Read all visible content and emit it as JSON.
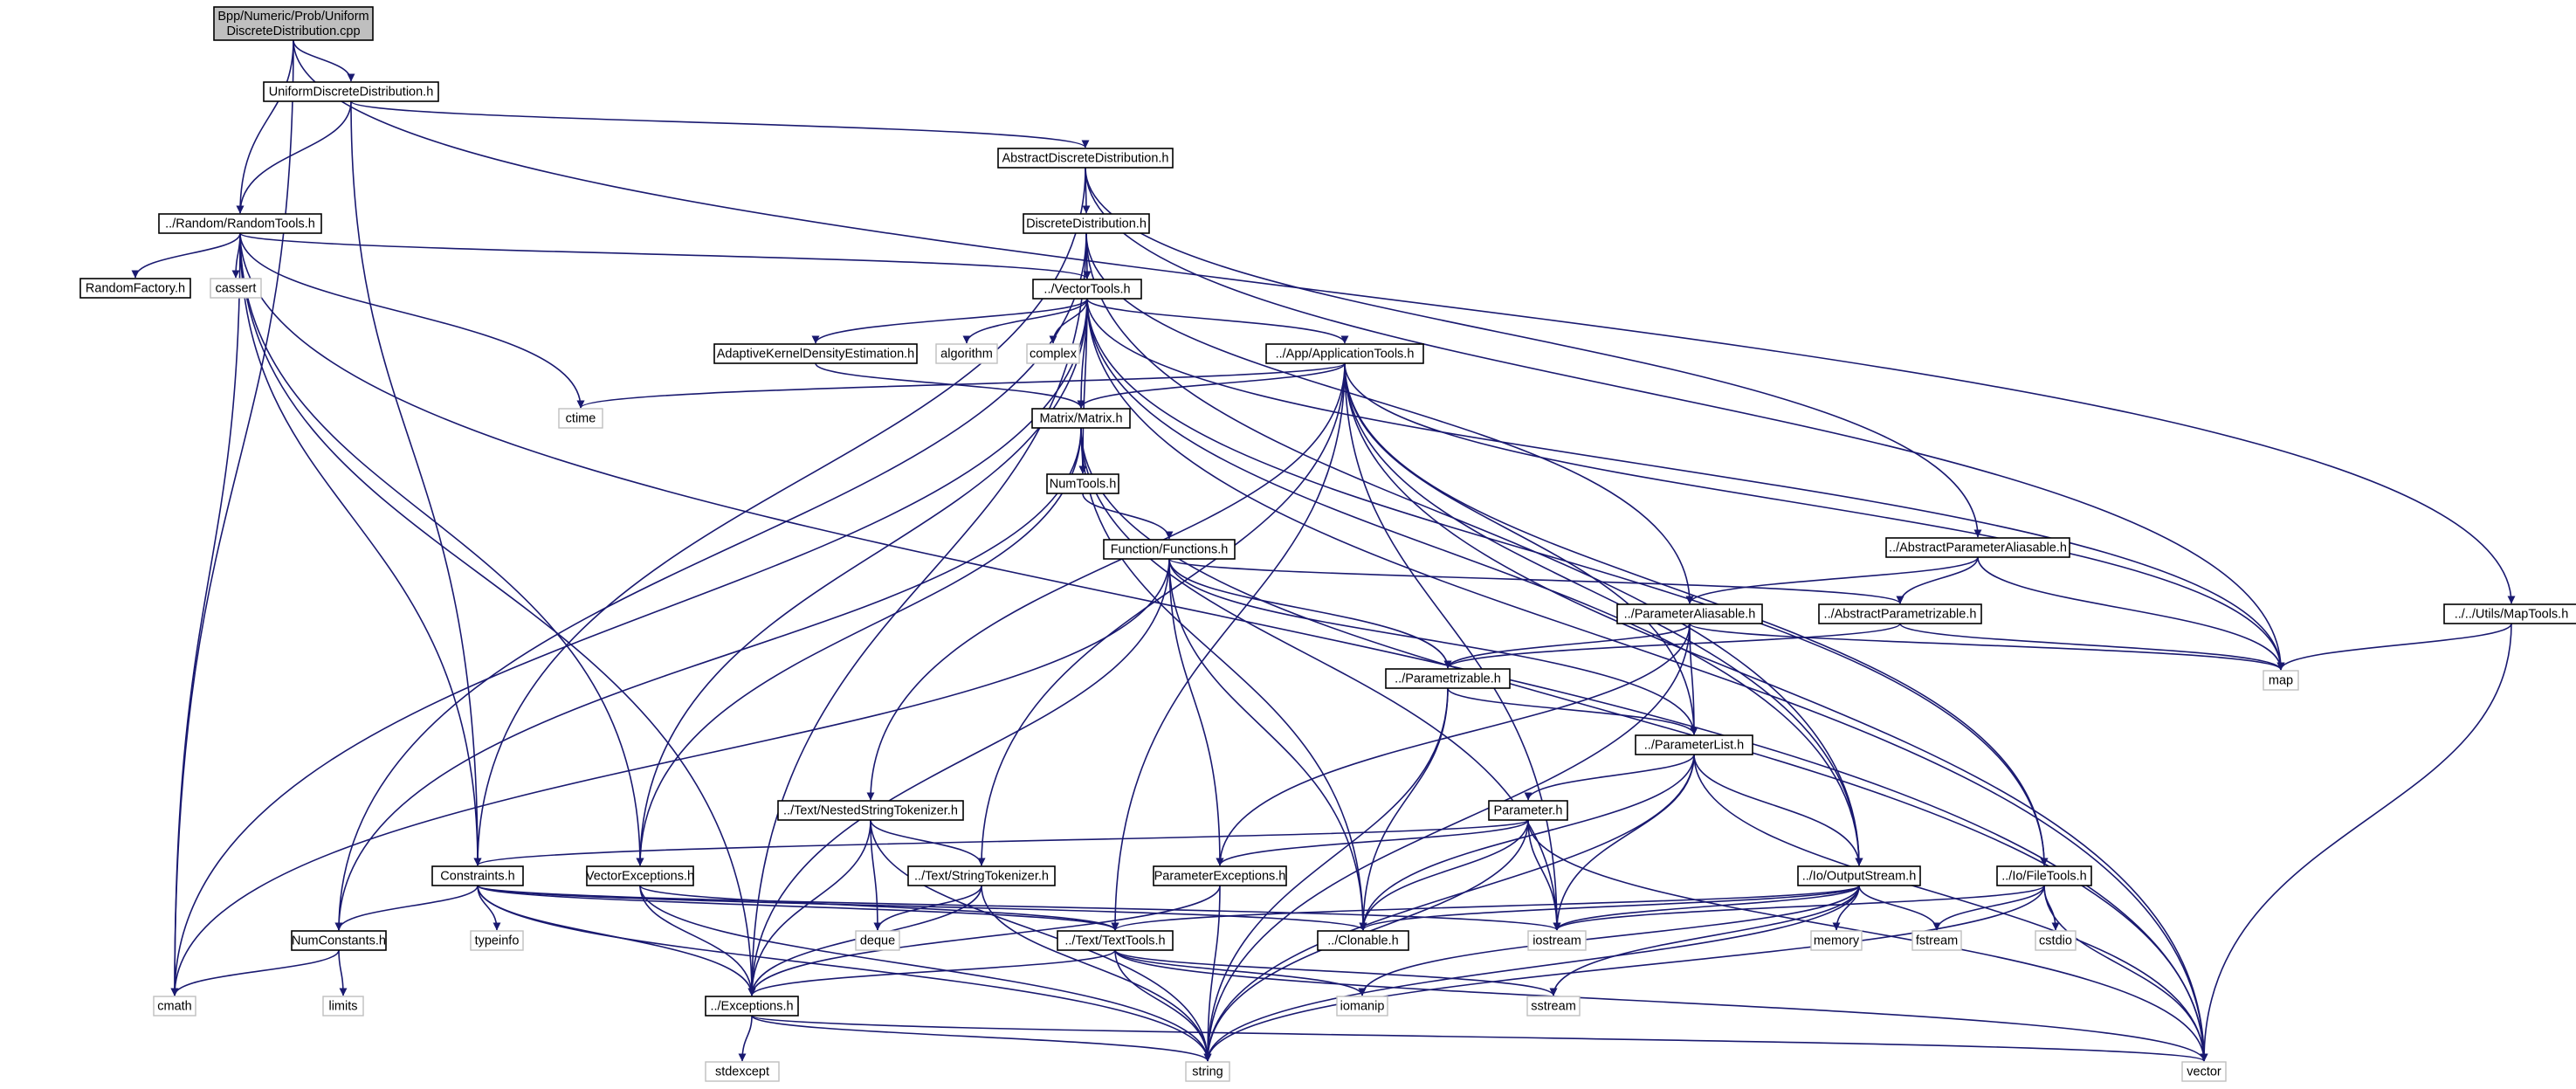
{
  "graph": {
    "nodes": [
      {
        "id": "root",
        "lines": [
          "Bpp/Numeric/Prob/Uniform",
          "DiscreteDistribution.cpp"
        ],
        "kind": "root"
      },
      {
        "id": "udd",
        "lines": [
          "UniformDiscreteDistribution.h"
        ],
        "kind": "file"
      },
      {
        "id": "rt",
        "lines": [
          "../Random/RandomTools.h"
        ],
        "kind": "file"
      },
      {
        "id": "add",
        "lines": [
          "AbstractDiscreteDistribution.h"
        ],
        "kind": "file"
      },
      {
        "id": "dd",
        "lines": [
          "DiscreteDistribution.h"
        ],
        "kind": "file"
      },
      {
        "id": "rf",
        "lines": [
          "RandomFactory.h"
        ],
        "kind": "file"
      },
      {
        "id": "cassert",
        "lines": [
          "cassert"
        ],
        "kind": "system"
      },
      {
        "id": "vt",
        "lines": [
          "../VectorTools.h"
        ],
        "kind": "file"
      },
      {
        "id": "akde",
        "lines": [
          "AdaptiveKernelDensityEstimation.h"
        ],
        "kind": "file"
      },
      {
        "id": "algorithm",
        "lines": [
          "algorithm"
        ],
        "kind": "system"
      },
      {
        "id": "complex",
        "lines": [
          "complex"
        ],
        "kind": "system"
      },
      {
        "id": "at",
        "lines": [
          "../App/ApplicationTools.h"
        ],
        "kind": "file"
      },
      {
        "id": "ctime",
        "lines": [
          "ctime"
        ],
        "kind": "system"
      },
      {
        "id": "mx",
        "lines": [
          "Matrix/Matrix.h"
        ],
        "kind": "file"
      },
      {
        "id": "nt",
        "lines": [
          "NumTools.h"
        ],
        "kind": "file"
      },
      {
        "id": "ff",
        "lines": [
          "Function/Functions.h"
        ],
        "kind": "file"
      },
      {
        "id": "apa",
        "lines": [
          "../AbstractParameterAliasable.h"
        ],
        "kind": "file"
      },
      {
        "id": "mt",
        "lines": [
          "../../Utils/MapTools.h"
        ],
        "kind": "file"
      },
      {
        "id": "pa",
        "lines": [
          "../ParameterAliasable.h"
        ],
        "kind": "file"
      },
      {
        "id": "ap",
        "lines": [
          "../AbstractParametrizable.h"
        ],
        "kind": "file"
      },
      {
        "id": "map",
        "lines": [
          "map"
        ],
        "kind": "system"
      },
      {
        "id": "pz",
        "lines": [
          "../Parametrizable.h"
        ],
        "kind": "file"
      },
      {
        "id": "pl",
        "lines": [
          "../ParameterList.h"
        ],
        "kind": "file"
      },
      {
        "id": "nst",
        "lines": [
          "../Text/NestedStringTokenizer.h"
        ],
        "kind": "file"
      },
      {
        "id": "par",
        "lines": [
          "Parameter.h"
        ],
        "kind": "file"
      },
      {
        "id": "cons",
        "lines": [
          "Constraints.h"
        ],
        "kind": "file"
      },
      {
        "id": "ve",
        "lines": [
          "VectorExceptions.h"
        ],
        "kind": "file"
      },
      {
        "id": "st",
        "lines": [
          "../Text/StringTokenizer.h"
        ],
        "kind": "file"
      },
      {
        "id": "pe",
        "lines": [
          "ParameterExceptions.h"
        ],
        "kind": "file"
      },
      {
        "id": "os",
        "lines": [
          "../Io/OutputStream.h"
        ],
        "kind": "file"
      },
      {
        "id": "ft",
        "lines": [
          "../Io/FileTools.h"
        ],
        "kind": "file"
      },
      {
        "id": "nc",
        "lines": [
          "NumConstants.h"
        ],
        "kind": "file"
      },
      {
        "id": "typeinfo",
        "lines": [
          "typeinfo"
        ],
        "kind": "system"
      },
      {
        "id": "deque",
        "lines": [
          "deque"
        ],
        "kind": "system"
      },
      {
        "id": "tt",
        "lines": [
          "../Text/TextTools.h"
        ],
        "kind": "file"
      },
      {
        "id": "cl",
        "lines": [
          "../Clonable.h"
        ],
        "kind": "file"
      },
      {
        "id": "iostream",
        "lines": [
          "iostream"
        ],
        "kind": "system"
      },
      {
        "id": "memory",
        "lines": [
          "memory"
        ],
        "kind": "system"
      },
      {
        "id": "fstream",
        "lines": [
          "fstream"
        ],
        "kind": "system"
      },
      {
        "id": "cstdio",
        "lines": [
          "cstdio"
        ],
        "kind": "system"
      },
      {
        "id": "cmath",
        "lines": [
          "cmath"
        ],
        "kind": "system"
      },
      {
        "id": "limits",
        "lines": [
          "limits"
        ],
        "kind": "system"
      },
      {
        "id": "exc",
        "lines": [
          "../Exceptions.h"
        ],
        "kind": "file"
      },
      {
        "id": "iomanip",
        "lines": [
          "iomanip"
        ],
        "kind": "system"
      },
      {
        "id": "sstream",
        "lines": [
          "sstream"
        ],
        "kind": "system"
      },
      {
        "id": "stdexcept",
        "lines": [
          "stdexcept"
        ],
        "kind": "system"
      },
      {
        "id": "string",
        "lines": [
          "string"
        ],
        "kind": "system"
      },
      {
        "id": "vector",
        "lines": [
          "vector"
        ],
        "kind": "system"
      }
    ],
    "edges": [
      [
        "root",
        "udd"
      ],
      [
        "root",
        "rt"
      ],
      [
        "root",
        "cmath"
      ],
      [
        "root",
        "mt"
      ],
      [
        "udd",
        "rt"
      ],
      [
        "udd",
        "add"
      ],
      [
        "udd",
        "cons"
      ],
      [
        "add",
        "dd"
      ],
      [
        "add",
        "cons"
      ],
      [
        "add",
        "apa"
      ],
      [
        "add",
        "map"
      ],
      [
        "dd",
        "vt"
      ],
      [
        "dd",
        "pa"
      ],
      [
        "dd",
        "nc"
      ],
      [
        "dd",
        "exc"
      ],
      [
        "dd",
        "os"
      ],
      [
        "rt",
        "rf"
      ],
      [
        "rt",
        "cassert"
      ],
      [
        "rt",
        "vt"
      ],
      [
        "rt",
        "ctime"
      ],
      [
        "rt",
        "ve"
      ],
      [
        "rt",
        "cons"
      ],
      [
        "rt",
        "cmath"
      ],
      [
        "rt",
        "exc"
      ],
      [
        "rt",
        "vector"
      ],
      [
        "vt",
        "akde"
      ],
      [
        "vt",
        "algorithm"
      ],
      [
        "vt",
        "complex"
      ],
      [
        "vt",
        "at"
      ],
      [
        "vt",
        "mx"
      ],
      [
        "vt",
        "nt"
      ],
      [
        "vt",
        "ve"
      ],
      [
        "vt",
        "os"
      ],
      [
        "vt",
        "cmath"
      ],
      [
        "vt",
        "map"
      ],
      [
        "vt",
        "vector"
      ],
      [
        "vt",
        "ft"
      ],
      [
        "akde",
        "mx"
      ],
      [
        "at",
        "ctime"
      ],
      [
        "at",
        "mx"
      ],
      [
        "at",
        "nst"
      ],
      [
        "at",
        "st"
      ],
      [
        "at",
        "tt"
      ],
      [
        "at",
        "iostream"
      ],
      [
        "at",
        "os"
      ],
      [
        "at",
        "pl"
      ],
      [
        "at",
        "ft"
      ],
      [
        "at",
        "map"
      ],
      [
        "at",
        "vector"
      ],
      [
        "mx",
        "nt"
      ],
      [
        "mx",
        "nc"
      ],
      [
        "mx",
        "ve"
      ],
      [
        "mx",
        "cl"
      ],
      [
        "mx",
        "vector"
      ],
      [
        "mx",
        "iostream"
      ],
      [
        "nt",
        "ff"
      ],
      [
        "ff",
        "ap"
      ],
      [
        "ff",
        "pz"
      ],
      [
        "ff",
        "pl"
      ],
      [
        "ff",
        "pe"
      ],
      [
        "ff",
        "cl"
      ],
      [
        "ff",
        "exc"
      ],
      [
        "ff",
        "cmath"
      ],
      [
        "apa",
        "pa"
      ],
      [
        "apa",
        "ap"
      ],
      [
        "apa",
        "map"
      ],
      [
        "mt",
        "map"
      ],
      [
        "mt",
        "vector"
      ],
      [
        "pa",
        "pz"
      ],
      [
        "pa",
        "pl"
      ],
      [
        "pa",
        "pe"
      ],
      [
        "pa",
        "map"
      ],
      [
        "pa",
        "string"
      ],
      [
        "ap",
        "pz"
      ],
      [
        "ap",
        "map"
      ],
      [
        "pz",
        "pl"
      ],
      [
        "pz",
        "cl"
      ],
      [
        "pz",
        "string"
      ],
      [
        "pl",
        "par"
      ],
      [
        "pl",
        "os"
      ],
      [
        "pl",
        "cl"
      ],
      [
        "pl",
        "iostream"
      ],
      [
        "pl",
        "string"
      ],
      [
        "pl",
        "vector"
      ],
      [
        "par",
        "cons"
      ],
      [
        "par",
        "pe"
      ],
      [
        "par",
        "cl"
      ],
      [
        "par",
        "iostream"
      ],
      [
        "par",
        "string"
      ],
      [
        "par",
        "vector"
      ],
      [
        "nst",
        "st"
      ],
      [
        "nst",
        "deque"
      ],
      [
        "nst",
        "exc"
      ],
      [
        "nst",
        "string"
      ],
      [
        "st",
        "deque"
      ],
      [
        "st",
        "exc"
      ],
      [
        "st",
        "string"
      ],
      [
        "cons",
        "nc"
      ],
      [
        "cons",
        "typeinfo"
      ],
      [
        "cons",
        "tt"
      ],
      [
        "cons",
        "cl"
      ],
      [
        "cons",
        "exc"
      ],
      [
        "cons",
        "string"
      ],
      [
        "cons",
        "iostream"
      ],
      [
        "ve",
        "tt"
      ],
      [
        "ve",
        "exc"
      ],
      [
        "ve",
        "string"
      ],
      [
        "pe",
        "exc"
      ],
      [
        "pe",
        "string"
      ],
      [
        "os",
        "iostream"
      ],
      [
        "os",
        "cl"
      ],
      [
        "os",
        "memory"
      ],
      [
        "os",
        "fstream"
      ],
      [
        "os",
        "iomanip"
      ],
      [
        "os",
        "sstream"
      ],
      [
        "os",
        "string"
      ],
      [
        "os",
        "tt"
      ],
      [
        "ft",
        "iostream"
      ],
      [
        "ft",
        "fstream"
      ],
      [
        "ft",
        "cstdio"
      ],
      [
        "ft",
        "string"
      ],
      [
        "ft",
        "vector"
      ],
      [
        "nc",
        "cmath"
      ],
      [
        "nc",
        "limits"
      ],
      [
        "tt",
        "exc"
      ],
      [
        "tt",
        "iomanip"
      ],
      [
        "tt",
        "sstream"
      ],
      [
        "tt",
        "string"
      ],
      [
        "tt",
        "vector"
      ],
      [
        "exc",
        "stdexcept"
      ],
      [
        "exc",
        "string"
      ],
      [
        "exc",
        "vector"
      ]
    ]
  }
}
